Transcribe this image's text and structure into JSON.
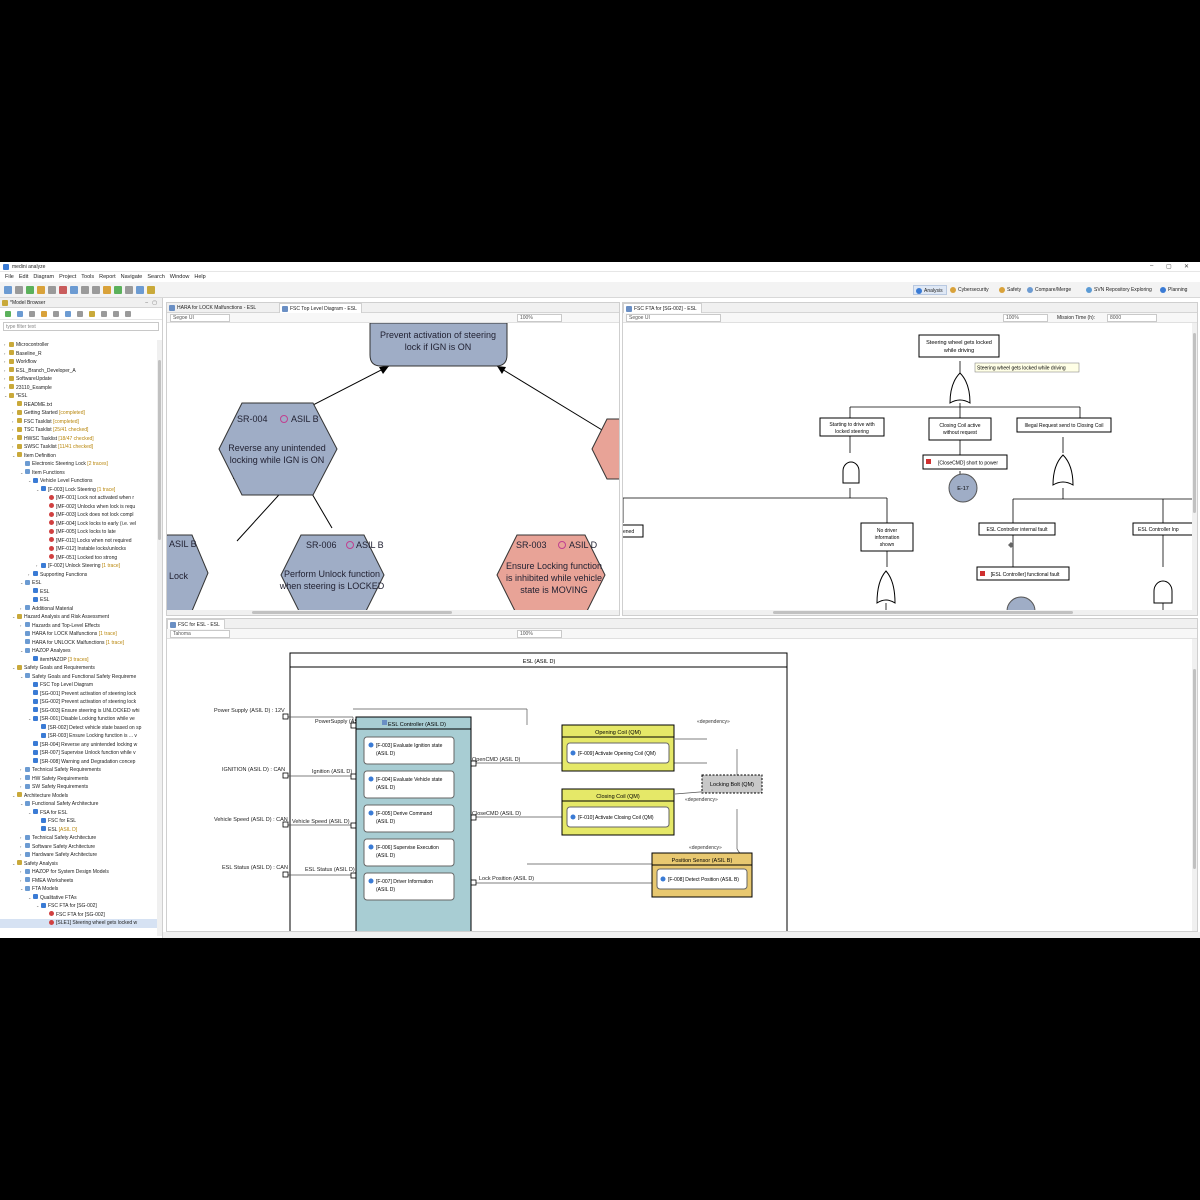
{
  "window": {
    "title": "medini analyze"
  },
  "menu": [
    "File",
    "Edit",
    "Diagram",
    "Project",
    "Tools",
    "Report",
    "Navigate",
    "Search",
    "Window",
    "Help"
  ],
  "perspectives": [
    "Analysis",
    "Cybersecurity",
    "Safety",
    "Compare/Merge",
    "SVN Repository Exploring",
    "Planning"
  ],
  "model_browser": {
    "tab": "*Model Browser",
    "filter_placeholder": "type filter text",
    "rows": [
      {
        "lvl": 0,
        "ar": "›",
        "text": "Microcontroller",
        "st": ""
      },
      {
        "lvl": 0,
        "ar": "›",
        "text": "Baseline_R",
        "st": ""
      },
      {
        "lvl": 0,
        "ar": "›",
        "text": "Workflow",
        "st": ""
      },
      {
        "lvl": 0,
        "ar": "›",
        "text": "ESL_Branch_Developer_A",
        "st": ""
      },
      {
        "lvl": 0,
        "ar": "›",
        "text": "SoftwareUpdate",
        "st": ""
      },
      {
        "lvl": 0,
        "ar": "›",
        "text": "23110_Example",
        "st": ""
      },
      {
        "lvl": 0,
        "ar": "⌄",
        "text": "*ESL",
        "st": ""
      },
      {
        "lvl": 1,
        "ar": "",
        "text": "README.txt",
        "st": ""
      },
      {
        "lvl": 1,
        "ar": "›",
        "text": "Getting Started",
        "st": "[completed]"
      },
      {
        "lvl": 1,
        "ar": "›",
        "text": "FSC Tasklist",
        "st": "[completed]"
      },
      {
        "lvl": 1,
        "ar": "›",
        "text": "TSC Tasklist",
        "st": "[25/41 checked]"
      },
      {
        "lvl": 1,
        "ar": "›",
        "text": "HWSC Tasklist",
        "st": "[18/47 checked]"
      },
      {
        "lvl": 1,
        "ar": "›",
        "text": "SWSC Tasklist",
        "st": "[11/41 checked]"
      },
      {
        "lvl": 1,
        "ar": "⌄",
        "text": "Item Definition",
        "st": ""
      },
      {
        "lvl": 2,
        "ar": "",
        "text": "Electronic Steering Lock",
        "st": "[2 traces]"
      },
      {
        "lvl": 2,
        "ar": "⌄",
        "text": "Item Functions",
        "st": ""
      },
      {
        "lvl": 3,
        "ar": "⌄",
        "text": "Vehicle Level Functions",
        "st": ""
      },
      {
        "lvl": 4,
        "ar": "⌄",
        "text": "[F-003] Lock Steering",
        "st": "[1 trace]"
      },
      {
        "lvl": 5,
        "ar": "",
        "text": "[MF-001] Lock not activated when r",
        "st": ""
      },
      {
        "lvl": 5,
        "ar": "",
        "text": "[MF-002] Unlocks when lock is requ",
        "st": ""
      },
      {
        "lvl": 5,
        "ar": "",
        "text": "[MF-003] Lock does not lock compl",
        "st": ""
      },
      {
        "lvl": 5,
        "ar": "",
        "text": "[MF-004] Lock locks to early (i.e. vel",
        "st": ""
      },
      {
        "lvl": 5,
        "ar": "",
        "text": "[MF-005] Lock locks to late",
        "st": ""
      },
      {
        "lvl": 5,
        "ar": "",
        "text": "[MF-011] Locks when not required",
        "st": ""
      },
      {
        "lvl": 5,
        "ar": "",
        "text": "[MF-012] Instable locks/unlocks",
        "st": ""
      },
      {
        "lvl": 5,
        "ar": "",
        "text": "[MF-051] Locked too strong",
        "st": ""
      },
      {
        "lvl": 4,
        "ar": "›",
        "text": "[F-002] Unlock Steering",
        "st": "[1 trace]"
      },
      {
        "lvl": 3,
        "ar": "›",
        "text": "Supporting Functions",
        "st": ""
      },
      {
        "lvl": 2,
        "ar": "⌄",
        "text": "ESL",
        "st": ""
      },
      {
        "lvl": 3,
        "ar": "",
        "text": "ESL",
        "st": ""
      },
      {
        "lvl": 3,
        "ar": "",
        "text": "ESL",
        "st": ""
      },
      {
        "lvl": 2,
        "ar": "›",
        "text": "Additional Material",
        "st": ""
      },
      {
        "lvl": 1,
        "ar": "⌄",
        "text": "Hazard Analysis and Risk Assessment",
        "st": ""
      },
      {
        "lvl": 2,
        "ar": "›",
        "text": "Hazards and Top-Level Effects",
        "st": ""
      },
      {
        "lvl": 2,
        "ar": "",
        "text": "HARA for LOCK Malfunctions",
        "st": "[1 trace]"
      },
      {
        "lvl": 2,
        "ar": "",
        "text": "HARA for UNLOCK Malfunctions",
        "st": "[1 trace]"
      },
      {
        "lvl": 2,
        "ar": "⌄",
        "text": "HAZOP Analyses",
        "st": ""
      },
      {
        "lvl": 3,
        "ar": "",
        "text": "itemHAZOP",
        "st": "[3 traces]"
      },
      {
        "lvl": 1,
        "ar": "⌄",
        "text": "Safety Goals and Requirements",
        "st": ""
      },
      {
        "lvl": 2,
        "ar": "⌄",
        "text": "Safety Goals and Functional Safety Requireme",
        "st": ""
      },
      {
        "lvl": 3,
        "ar": "",
        "text": "FSC Top Level Diagram",
        "st": ""
      },
      {
        "lvl": 3,
        "ar": "",
        "text": "[SG-001] Prevent activation of steering lock",
        "st": ""
      },
      {
        "lvl": 3,
        "ar": "",
        "text": "[SG-002] Prevent activation of steering lock",
        "st": ""
      },
      {
        "lvl": 3,
        "ar": "",
        "text": "[SG-003] Ensure steering is UNLOCKED whi",
        "st": ""
      },
      {
        "lvl": 3,
        "ar": "⌄",
        "text": "[SR-001] Disable Locking function while ve",
        "st": ""
      },
      {
        "lvl": 4,
        "ar": "",
        "text": "[SR-002] Detect vehicle state based on sp",
        "st": ""
      },
      {
        "lvl": 4,
        "ar": "",
        "text": "[SR-003] Ensure Locking function is ... v",
        "st": ""
      },
      {
        "lvl": 3,
        "ar": "",
        "text": "[SR-004] Reverse any unintended locking w",
        "st": ""
      },
      {
        "lvl": 3,
        "ar": "",
        "text": "[SR-007] Supervise Unlock function while v",
        "st": ""
      },
      {
        "lvl": 3,
        "ar": "",
        "text": "[SR-008] Warning and Degradation concep",
        "st": ""
      },
      {
        "lvl": 2,
        "ar": "›",
        "text": "Technical Safety Requirements",
        "st": ""
      },
      {
        "lvl": 2,
        "ar": "›",
        "text": "HW Safety Requirements",
        "st": ""
      },
      {
        "lvl": 2,
        "ar": "›",
        "text": "SW Safety Requirements",
        "st": ""
      },
      {
        "lvl": 1,
        "ar": "⌄",
        "text": "Architecture Models",
        "st": ""
      },
      {
        "lvl": 2,
        "ar": "⌄",
        "text": "Functional Safety Architecture",
        "st": ""
      },
      {
        "lvl": 3,
        "ar": "⌄",
        "text": "FSA for ESL",
        "st": ""
      },
      {
        "lvl": 4,
        "ar": "",
        "text": "FSC for ESL",
        "st": ""
      },
      {
        "lvl": 4,
        "ar": "",
        "text": "ESL",
        "st": "[ASIL D]"
      },
      {
        "lvl": 2,
        "ar": "›",
        "text": "Technical Safety Architecture",
        "st": ""
      },
      {
        "lvl": 2,
        "ar": "›",
        "text": "Software Safety Architecture",
        "st": ""
      },
      {
        "lvl": 2,
        "ar": "›",
        "text": "Hardware Safety Architecture",
        "st": ""
      },
      {
        "lvl": 1,
        "ar": "⌄",
        "text": "Safety Analysis",
        "st": ""
      },
      {
        "lvl": 2,
        "ar": "›",
        "text": "HAZOP for System Design Models",
        "st": ""
      },
      {
        "lvl": 2,
        "ar": "›",
        "text": "FMEA Worksheets",
        "st": ""
      },
      {
        "lvl": 2,
        "ar": "⌄",
        "text": "FTA Models",
        "st": ""
      },
      {
        "lvl": 3,
        "ar": "⌄",
        "text": "Qualitative FTAs",
        "st": ""
      },
      {
        "lvl": 4,
        "ar": "⌄",
        "text": "FSC FTA for [SG-002]",
        "st": ""
      },
      {
        "lvl": 5,
        "ar": "",
        "text": "FSC FTA for [SG-002]",
        "st": ""
      },
      {
        "lvl": 5,
        "ar": "",
        "text": "[SLE1] Steering wheel gets locked w",
        "st": "",
        "sel": true
      }
    ]
  },
  "editor_top_left": {
    "tabs": [
      "HARA for LOCK Malfunctions - ESL",
      "FSC Top Level Diagram - ESL"
    ],
    "font": "Segoe UI",
    "zoom": "100%",
    "nodes": {
      "top": "Prevent activation of steering lock if IGN is ON",
      "sr004_id": "SR-004",
      "sr004_asil": "ASIL B",
      "sr004_text": "Reverse any unintended locking while IGN is ON",
      "sr006_id": "SR-006",
      "sr006_asil": "ASIL B",
      "sr006_text": "Perform Unlock function when steering is LOCKED",
      "sr003_id": "SR-003",
      "sr003_asil": "ASIL D",
      "sr003_text": "Ensure Locking function is inhibited while vehicle state is MOVING",
      "left_asil": "ASIL B",
      "left_text": "Lock"
    }
  },
  "editor_top_right": {
    "tab": "FSC FTA for [SG-002] - ESL",
    "font": "Segoe UI",
    "zoom": "100%",
    "mission_label": "Mission Time (h):",
    "mission_value": "8000",
    "nodes": {
      "top": "Steering wheel gets locked while driving",
      "tooltip": "Steering wheel gets locked while driving",
      "e1": "Starting to drive with locked steering",
      "e2": "Closing Coil active without request",
      "e3": "Illegal Request send to Closing Coil",
      "e4": "[CloseCMD] short to power",
      "circle1": "E-17",
      "e5": "No driver information shown",
      "e6": "ESL Controller internal fault",
      "e7": "ESL Controller Inp",
      "e8": "[ESL Controller] functional fault",
      "left_cut": "ened"
    }
  },
  "editor_bottom": {
    "tab": "FSC for ESL - ESL",
    "font": "Tahoma",
    "zoom": "100%",
    "frame": "ESL (ASIL D)",
    "ports": {
      "p1": "Power Supply (ASIL D) : 12V",
      "p2": "IGNITION (ASIL D) : CAN",
      "p3": "Vehicle Speed (ASIL D) : CAN",
      "p4": "ESL Status (ASIL D) : CAN"
    },
    "inner_ports": {
      "i1": "PowerSupply (ASIL D)",
      "i2": "Ignition (ASIL D)",
      "i3": "Vehicle Speed (ASIL D)",
      "i4": "ESL Status (ASIL D)"
    },
    "controller": "ESL Controller (ASIL D)",
    "functions": [
      "[F-003] Evaluate Ignition state (ASIL D)",
      "[F-004] Evaluate Vehicle state (ASIL D)",
      "[F-005] Derive Command (ASIL D)",
      "[F-006] Supervise Execution (ASIL D)",
      "[F-007] Driver Information (ASIL D)"
    ],
    "out_ports": {
      "o1": "OpenCMD (ASIL D)",
      "o2": "CloseCMD (ASIL D)",
      "o3": "Lock Position (ASIL D)"
    },
    "opening": {
      "title": "Opening Coil (QM)",
      "fn": "[F-009] Activate Opening Coil (QM)"
    },
    "closing": {
      "title": "Closing Coil (QM)",
      "fn": "[F-010] Activate Closing Coil (QM)"
    },
    "sensor": {
      "title": "Position Sensor (ASIL B)",
      "fn": "[F-008] Detect Position (ASIL B)"
    },
    "bolt": "Locking Bolt (QM)",
    "dep": "«dependency»"
  }
}
